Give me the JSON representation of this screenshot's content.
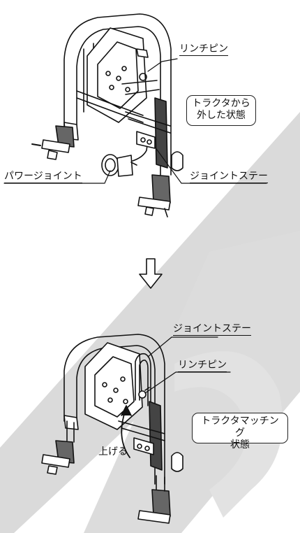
{
  "top_figure": {
    "label_rinchi_pin": "リンチピン",
    "label_power_joint": "パワージョイント",
    "label_joint_stay": "ジョイントステー",
    "state_box": {
      "line1": "トラクタから",
      "line2": "外した状態"
    }
  },
  "arrow_icon": "down-arrow-icon",
  "bottom_figure": {
    "label_joint_stay": "ジョイントステー",
    "label_rinchi_pin": "リンチピン",
    "label_raise": "上げる",
    "state_box": {
      "line1": "トラクタマッチング",
      "line2": "状態"
    }
  },
  "colors": {
    "line": "#111111",
    "watermark": "#d6d6d6",
    "background": "#ffffff"
  }
}
